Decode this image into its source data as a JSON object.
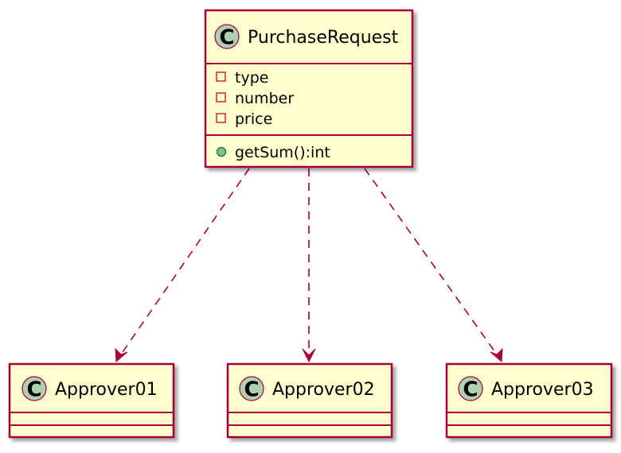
{
  "colors": {
    "class_fill": "#FEFECE",
    "border": "#A80036",
    "arrow": "#A80036",
    "badge_fill": "#ADD1B2",
    "private_marker": "#C82930",
    "public_marker_fill": "#84BE84",
    "public_marker_stroke": "#038048",
    "text": "#000000"
  },
  "badge_letter": "C",
  "classes": {
    "purchase_request": {
      "name": "PurchaseRequest",
      "attributes": [
        "type",
        "number",
        "price"
      ],
      "methods": [
        "getSum():int"
      ]
    },
    "approver01": {
      "name": "Approver01"
    },
    "approver02": {
      "name": "Approver02"
    },
    "approver03": {
      "name": "Approver03"
    }
  },
  "relations": [
    {
      "from": "purchase_request",
      "to": "approver01",
      "style": "dashed"
    },
    {
      "from": "purchase_request",
      "to": "approver02",
      "style": "dashed"
    },
    {
      "from": "purchase_request",
      "to": "approver03",
      "style": "dashed"
    }
  ]
}
